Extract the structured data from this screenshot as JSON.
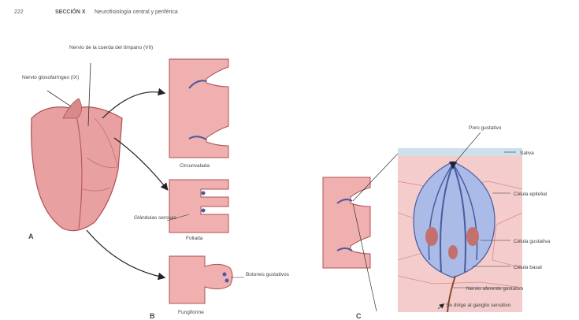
{
  "header": {
    "page_number": "222",
    "section_label": "SECCIÓN X",
    "section_title": "Neurofisiología central y periférica"
  },
  "panel_a": {
    "nerve_7": "Nervio de la cuerda del tímpano (VII)",
    "nerve_9": "Nervio glosofaríngeo (IX)",
    "panel_letter": "A"
  },
  "panel_b": {
    "circunvalada": "Circunvalada",
    "foliada": "Foliada",
    "fungiforme": "Fungiforme",
    "glandulas_serosas": "Glándulas serosas",
    "botones_gustativos": "Botones gustativos",
    "panel_letter": "B"
  },
  "panel_c": {
    "poro_gustativo": "Poro gustativo",
    "saliva": "Saliva",
    "celula_epitelial": "Célula epitelial",
    "celula_gustativa": "Célula gustativa",
    "celula_basal": "Célula basal",
    "nervio_aferente": "Nervio aferente gustativo",
    "nervio_destino": "Se dirige al ganglio sensitivo",
    "panel_letter": "C"
  },
  "colors": {
    "tissue": "#e8a0a0",
    "tissue_dark": "#c86a6a",
    "tissue_light": "#f4cccc",
    "bud": "#9aaee0",
    "bud_dark": "#4a5aa0",
    "saliva": "#cfe0ec"
  }
}
